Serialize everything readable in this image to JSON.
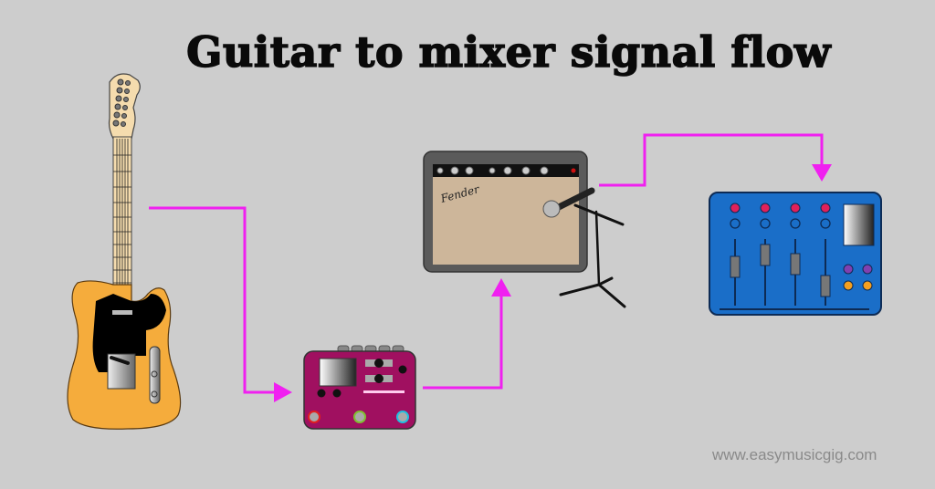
{
  "title": "Guitar to mixer signal flow",
  "amp_brand": "Fender",
  "website": "www.easymusicgig.com",
  "colors": {
    "background": "#cdcdcd",
    "arrow": "#f020f0",
    "pedal": "#a01060",
    "mixer": "#1a6ec8",
    "amp_grille": "#cdb69a",
    "guitar_body": "#f5ac3c"
  },
  "signal_chain": [
    "guitar",
    "multi-effects-pedal",
    "amplifier",
    "microphone",
    "mixer"
  ]
}
